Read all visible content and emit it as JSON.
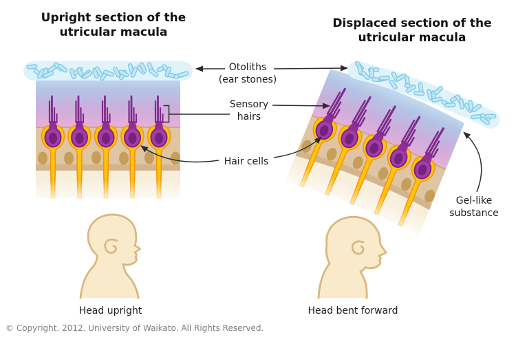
{
  "titles": {
    "left": {
      "line1": "Upright section of the",
      "line2": "utricular macula"
    },
    "right": {
      "line1": "Displaced section of the",
      "line2": "utricular macula"
    }
  },
  "labels": {
    "otoliths": {
      "line1": "Otoliths",
      "line2": "(ear stones)"
    },
    "sensory_hairs": {
      "line1": "Sensory",
      "line2": "hairs"
    },
    "hair_cells": "Hair cells",
    "gel": {
      "line1": "Gel-like",
      "line2": "substance"
    },
    "head_upright": "Head upright",
    "head_bent": "Head bent forward"
  },
  "footer": {
    "copyright": "© Copyright. 2012. University of Waikato. All Rights Reserved."
  },
  "colors": {
    "otolith": "#C3E8F6",
    "otolith_outline": "#7FC9E9",
    "otolith_backdrop": "#E0F3FB",
    "gel_top": "#C2DCF0",
    "gel_mid1": "#B4C4E6",
    "gel_mid2": "#CBAEDC",
    "gel_bottom": "#E9AFD9",
    "tissue": "#DFC5A1",
    "tissue_dark": "#D2B58C",
    "tissue_edge": "#C9AB80",
    "tissue_nucleus": "#C79E59",
    "basal": "#F8EEDC",
    "support_cell": "#FFC30B",
    "support_outline": "#F0970F",
    "hair_cell": "#A33CAA",
    "hair_cell_outline": "#7A2384",
    "hair_cell_dark": "#75217E",
    "hair": "#7E2B8C",
    "hair_neck": "#8E2F96",
    "skin": "#FAEACC",
    "skin_outline": "#D8B87E",
    "arrow": "#2d2d2d",
    "footer_text": "#7e7e7e"
  }
}
